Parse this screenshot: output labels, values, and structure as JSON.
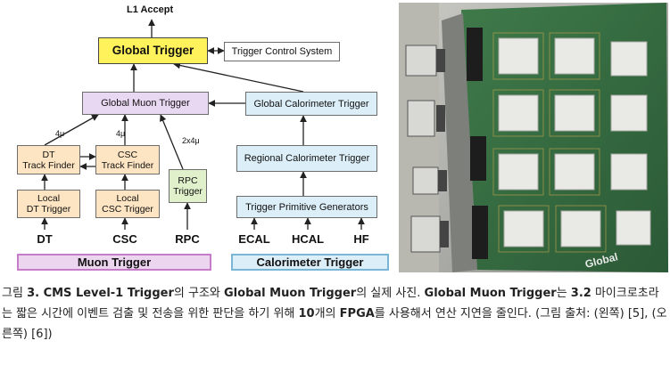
{
  "diagram": {
    "l1_accept": "L1 Accept",
    "global_trigger": "Global Trigger",
    "trigger_control_system": "Trigger Control System",
    "global_muon_trigger": "Global Muon Trigger",
    "global_calorimeter_trigger": "Global Calorimeter Trigger",
    "dt_track_finder": [
      "DT",
      "Track Finder"
    ],
    "csc_track_finder": [
      "CSC",
      "Track Finder"
    ],
    "rpc_trigger": [
      "RPC",
      "Trigger"
    ],
    "regional_calorimeter_trigger": "Regional Calorimeter Trigger",
    "local_dt_trigger": [
      "Local",
      "DT Trigger"
    ],
    "local_csc_trigger": [
      "Local",
      "CSC Trigger"
    ],
    "trigger_primitive_generators": "Trigger Primitive Generators",
    "mult_dt": "4μ",
    "mult_csc": "4μ",
    "mult_rpc": "2x4μ",
    "sources": [
      "DT",
      "CSC",
      "RPC",
      "ECAL",
      "HCAL",
      "HF"
    ],
    "muon_band": "Muon Trigger",
    "calo_band": "Calorimeter Trigger"
  },
  "photo": {
    "board_label": "Global"
  },
  "caption": {
    "p1": "그림 ",
    "b1": "3. CMS Level-1 Trigger",
    "p2": "의 구조와 ",
    "b2": "Global Muon Trigger",
    "p3": "의 실제 사진. ",
    "b3": "Global Muon Trigger",
    "p4": "는 ",
    "b4": "3.2",
    "p5": " 마이크로초라는 짧은 시간에 이벤트 검출 및 전송을 위한 판단을 하기 위해 ",
    "b5": "10",
    "p6": "개의 ",
    "b6": "FPGA",
    "p7": "를 사용해서 연산 지연을 줄인다. (그림 출처: (왼쪽) [5], (오른쪽) [6])"
  },
  "colors": {
    "global_trigger": "#fff25a",
    "muon": "#e9d8f2",
    "track_finder": "#fde4c2",
    "rpc": "#dff0cb",
    "calorimeter": "#dceef7",
    "muon_band_border": "#c77cc9",
    "calo_band_border": "#79b6d6"
  }
}
